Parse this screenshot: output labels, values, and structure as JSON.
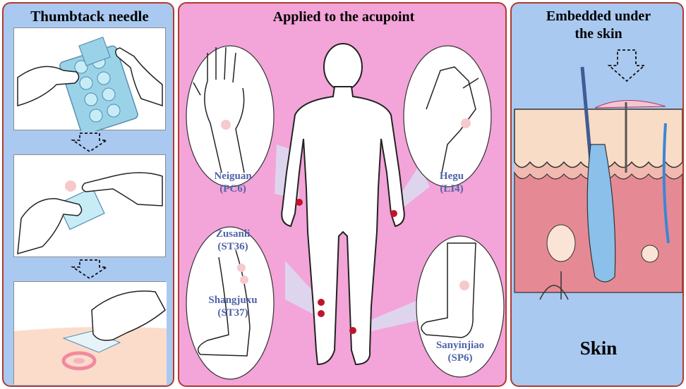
{
  "panels": {
    "left": {
      "title": "Thumbtack needle"
    },
    "middle": {
      "title": "Applied to the acupoint",
      "labels": {
        "neiguan_name": "Neiguan",
        "neiguan_code": "(PC6)",
        "hegu_name": "Hegu",
        "hegu_code": "(LI4)",
        "zusanli_name": "Zusanli",
        "zusanli_code": "(ST36)",
        "shangjuxu_name": "Shangjuxu",
        "shangjuxu_code": "(ST37)",
        "sanyinjiao_name": "Sanyinjiao",
        "sanyinjiao_code": "(SP6)"
      }
    },
    "right": {
      "title_line1": "Embedded under",
      "title_line2": "the skin",
      "caption": "Skin"
    }
  },
  "colors": {
    "blue_panel": "#a9c9f0",
    "pink_panel": "#f3a4d8",
    "border": "#b03a2e",
    "acupoint_dot": "#c0142c",
    "label_text": "#5063a8"
  }
}
